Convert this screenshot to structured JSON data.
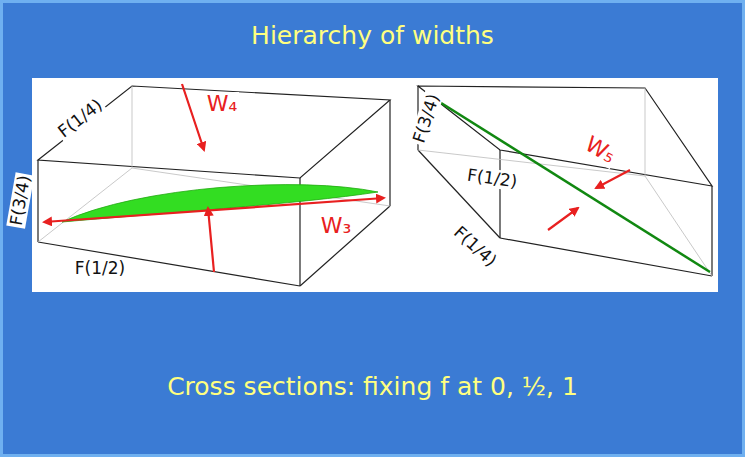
{
  "diagram": {
    "title": "Hierarchy of widths",
    "caption": "Cross sections: fixing f at 0, ½, 1",
    "labels": [
      "F(1/4)",
      "W₄",
      "W₃",
      "F(3/4)",
      "F(1/2)",
      "F(3/4)",
      "F(1/2)",
      "W₅",
      "F(1/4)"
    ]
  }
}
